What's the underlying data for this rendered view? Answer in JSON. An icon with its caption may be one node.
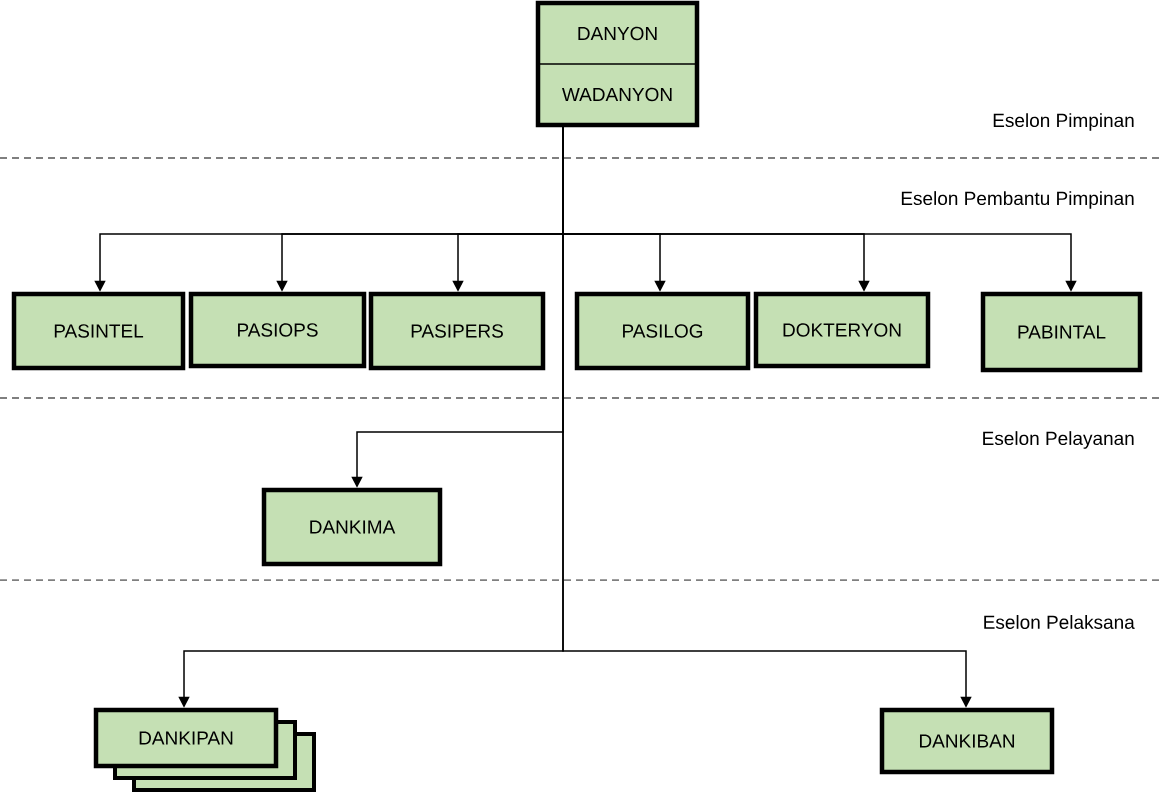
{
  "diagram": {
    "nodes": [
      {
        "text": [
          "DANYON",
          "WADANYON"
        ]
      },
      {
        "text": [
          "PASINTEL"
        ]
      },
      {
        "text": [
          "PASIOPS"
        ]
      },
      {
        "text": [
          "PASIPERS"
        ]
      },
      {
        "text": [
          "PASILOG"
        ]
      },
      {
        "text": [
          "DOKTERYON"
        ]
      },
      {
        "text": [
          "PABINTAL"
        ]
      },
      {
        "text": [
          "DANKIMA"
        ]
      },
      {
        "text": [
          "DANKIPAN"
        ]
      },
      {
        "text": [
          "DANKIBAN"
        ]
      }
    ],
    "edges": [
      {
        "from": 0,
        "to": 1,
        "arrow": "to"
      },
      {
        "from": 0,
        "to": 2,
        "arrow": "to"
      },
      {
        "from": 0,
        "to": 3,
        "arrow": "to"
      },
      {
        "from": 0,
        "to": 4,
        "arrow": "to"
      },
      {
        "from": 0,
        "to": 5,
        "arrow": "to"
      },
      {
        "from": 0,
        "to": 6,
        "arrow": "to"
      },
      {
        "from": 0,
        "to": 7,
        "arrow": "to"
      },
      {
        "from": 0,
        "to": 8,
        "arrow": "to"
      },
      {
        "from": 0,
        "to": 9,
        "arrow": "to"
      }
    ],
    "labels": [
      "Eselon Pimpinan",
      "Eselon Pembantu Pimpinan",
      "Eselon Pelayanan",
      "Eselon Pelaksana"
    ]
  }
}
